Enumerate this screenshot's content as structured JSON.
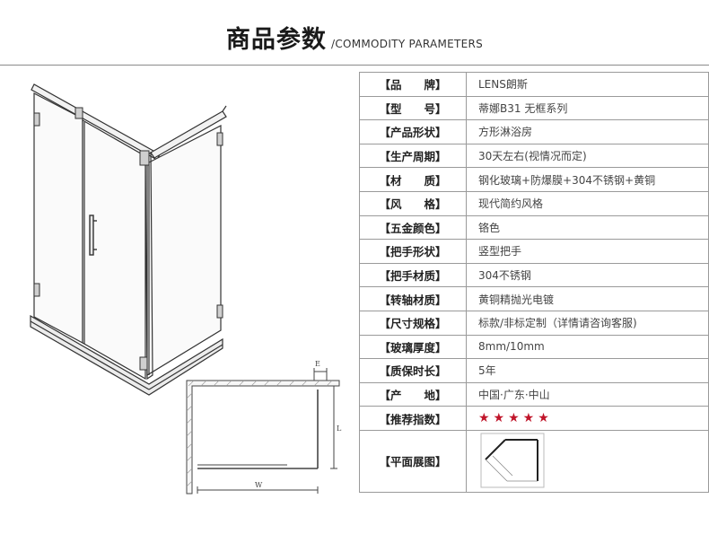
{
  "header": {
    "title_cn": "商品参数",
    "title_en": "/COMMODITY PARAMETERS"
  },
  "diagram": {
    "dim_e": "E",
    "dim_l": "L",
    "dim_w": "W"
  },
  "params": [
    {
      "key": "【品　　牌】",
      "value": "LENS朗斯"
    },
    {
      "key": "【型　　号】",
      "value": "蒂娜B31  无框系列"
    },
    {
      "key": "【产品形状】",
      "value": "方形淋浴房"
    },
    {
      "key": "【生产周期】",
      "value": "30天左右(视情况而定)"
    },
    {
      "key": "【材　　质】",
      "value": "钢化玻璃+防爆膜+304不锈钢+黄铜"
    },
    {
      "key": "【风　　格】",
      "value": "现代简约风格"
    },
    {
      "key": "【五金颜色】",
      "value": "铬色"
    },
    {
      "key": "【把手形状】",
      "value": "竖型把手"
    },
    {
      "key": "【把手材质】",
      "value": "304不锈钢"
    },
    {
      "key": "【转轴材质】",
      "value": "黄铜精抛光电镀"
    },
    {
      "key": "【尺寸规格】",
      "value": "标款/非标定制（详情请咨询客服)"
    },
    {
      "key": "【玻璃厚度】",
      "value": "8mm/10mm"
    },
    {
      "key": "【质保时长】",
      "value": "5年"
    },
    {
      "key": "【产　　地】",
      "value": "中国·广东·中山"
    },
    {
      "key": "【推荐指数】",
      "value": "★★★★★",
      "rating": 5
    },
    {
      "key": "【平面展图】",
      "value": ""
    }
  ],
  "colors": {
    "star": "#c0152a",
    "border": "#9a9a9a"
  }
}
